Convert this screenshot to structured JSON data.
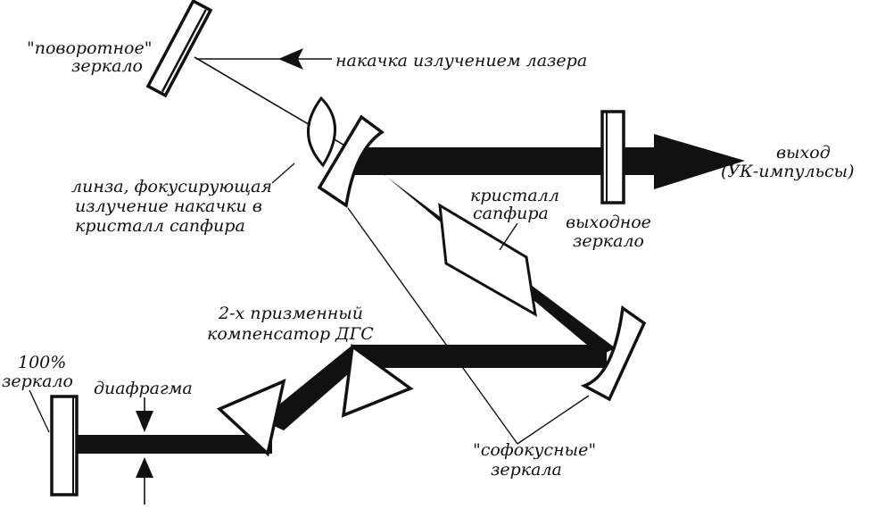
{
  "labels": {
    "turning_mirror_l1": "\"поворотное\"",
    "turning_mirror_l2": "зеркало",
    "pump": "накачка излучением  лазера",
    "lens_l1": "линза, фокусирующая",
    "lens_l2": "излучение накачки в",
    "lens_l3": "кристалл сапфира",
    "crystal_l1": "кристалл",
    "crystal_l2": "сапфира",
    "output_mirror_l1": "выходное",
    "output_mirror_l2": "зеркало",
    "output_l1": "выход",
    "output_l2": "(УК-импульсы)",
    "prism_l1": "2-х призменный",
    "prism_l2": "компенсатор ДГС",
    "full_mirror_l1": "100%",
    "full_mirror_l2": "зеркало",
    "diaphragm": "диафрагма",
    "confocal_l1": "\"софокусные\"",
    "confocal_l2": "зеркала"
  },
  "colors": {
    "ink": "#111111",
    "background": "#ffffff"
  }
}
